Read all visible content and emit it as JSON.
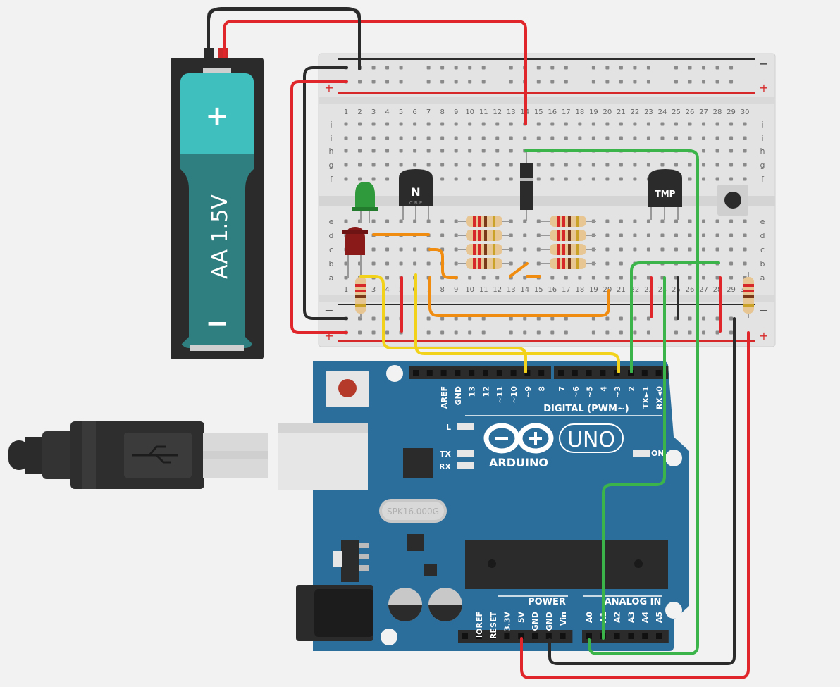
{
  "battery": {
    "label": "AA 1.5V",
    "plus": "+",
    "minus": "−"
  },
  "breadboard": {
    "rail_plus": "+",
    "rail_minus": "−",
    "rows_top": [
      "j",
      "i",
      "h",
      "g",
      "f"
    ],
    "rows_bottom": [
      "e",
      "d",
      "c",
      "b",
      "a"
    ],
    "columns": [
      "1",
      "2",
      "3",
      "4",
      "5",
      "6",
      "7",
      "8",
      "9",
      "10",
      "11",
      "12",
      "13",
      "14",
      "15",
      "16",
      "17",
      "18",
      "19",
      "20",
      "21",
      "22",
      "23",
      "24",
      "25",
      "26",
      "27",
      "28",
      "29",
      "30"
    ]
  },
  "components": {
    "transistor_label": "N",
    "transistor_pins": "C B E",
    "temp_sensor_label": "TMP"
  },
  "arduino": {
    "logo_text": "ARDUINO",
    "model": "UNO",
    "digital_label": "DIGITAL (PWM~)",
    "power_label": "POWER",
    "analog_label": "ANALOG IN",
    "led_l": "L",
    "led_tx": "TX",
    "led_rx": "RX",
    "led_on": "ON",
    "crystal": "SPK16.000G",
    "header_top_left": [
      "AREF",
      "GND",
      "13",
      "12",
      "~11",
      "~10",
      "~9",
      "8"
    ],
    "header_top_right": [
      "7",
      "~6",
      "~5",
      "4",
      "~3",
      "2",
      "TX►1",
      "RX◄0"
    ],
    "header_power": [
      "IOREF",
      "RESET",
      "3.3V",
      "5V",
      "GND",
      "GND",
      "Vin"
    ],
    "header_analog": [
      "A0",
      "A1",
      "A2",
      "A3",
      "A4",
      "A5"
    ]
  },
  "colors": {
    "board_blue": "#2c6e9b",
    "breadboard": "#e3e3e3",
    "wire_red": "#e0262a",
    "wire_black": "#2b2b2b",
    "wire_green": "#3bb54a",
    "wire_yellow": "#f2d21b",
    "wire_orange": "#f08c0f",
    "battery_teal": "#3fbfbe"
  }
}
